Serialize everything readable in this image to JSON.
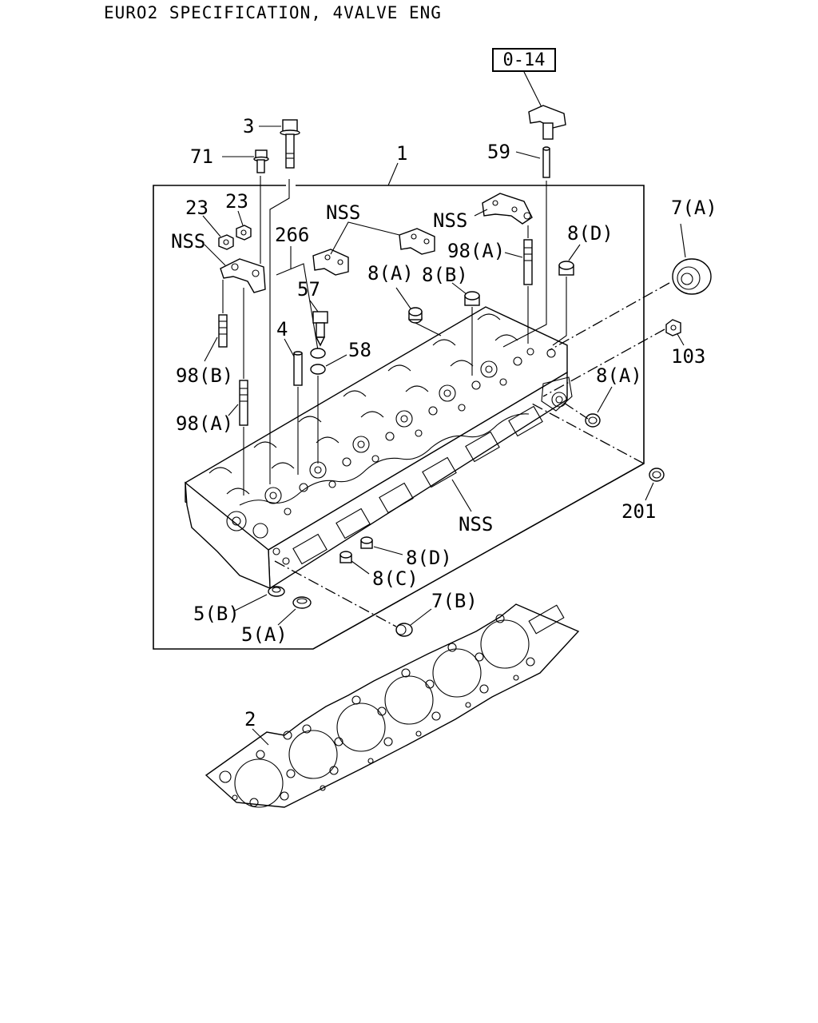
{
  "title": "EURO2 SPECIFICATION, 4VALVE ENG",
  "reference_box": "0-14",
  "callouts": {
    "c1": "1",
    "c2": "2",
    "c3": "3",
    "c4": "4",
    "c5a": "5(A)",
    "c5b": "5(B)",
    "c7a": "7(A)",
    "c7b": "7(B)",
    "c8a_top": "8(A)",
    "c8a_right": "8(A)",
    "c8b": "8(B)",
    "c8c": "8(C)",
    "c8d_top": "8(D)",
    "c8d_bottom": "8(D)",
    "c23_left": "23",
    "c23_right": "23",
    "c57": "57",
    "c58": "58",
    "c59": "59",
    "c71": "71",
    "c98a_left": "98(A)",
    "c98a_right": "98(A)",
    "c98b": "98(B)",
    "c103": "103",
    "c201": "201",
    "c266": "266",
    "nss_left": "NSS",
    "nss_top": "NSS",
    "nss_right": "NSS",
    "nss_bottom": "NSS"
  },
  "parts": [
    "cylinder-head",
    "head-gasket",
    "head-bolt",
    "stud",
    "nut",
    "cap-plug",
    "oil-seal",
    "glow-plug-sleeve",
    "bracket",
    "dowel-pin"
  ]
}
